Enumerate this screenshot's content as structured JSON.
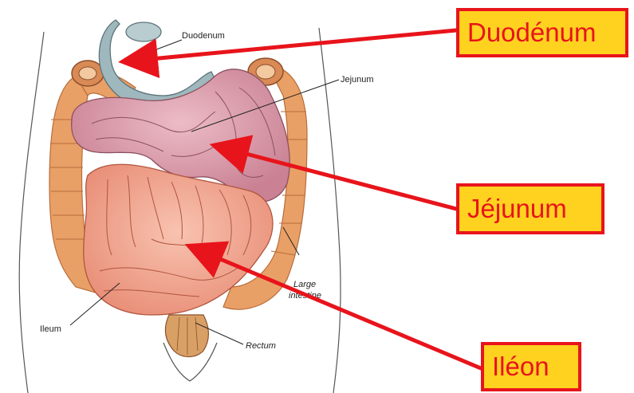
{
  "diagram": {
    "english_labels": {
      "duodenum": "Duodenum",
      "jejunum": "Jejunum",
      "ileum": "Ileum",
      "large_intestine_line1": "Large",
      "large_intestine_line2": "intestine",
      "rectum": "Rectum"
    },
    "french_labels": {
      "duodenum": "Duodénum",
      "jejunum": "Jéjunum",
      "ileum": "Iléon"
    },
    "colors": {
      "callout_border": "#e8141b",
      "callout_fill": "#ffd21f",
      "callout_text": "#e8141b",
      "arrow": "#e8141b",
      "large_intestine": "#e9a066",
      "jejunum": "#d99aa8",
      "ileum": "#f0a58e",
      "duodenum": "#9fb8bd",
      "rectum": "#d9a066"
    }
  }
}
